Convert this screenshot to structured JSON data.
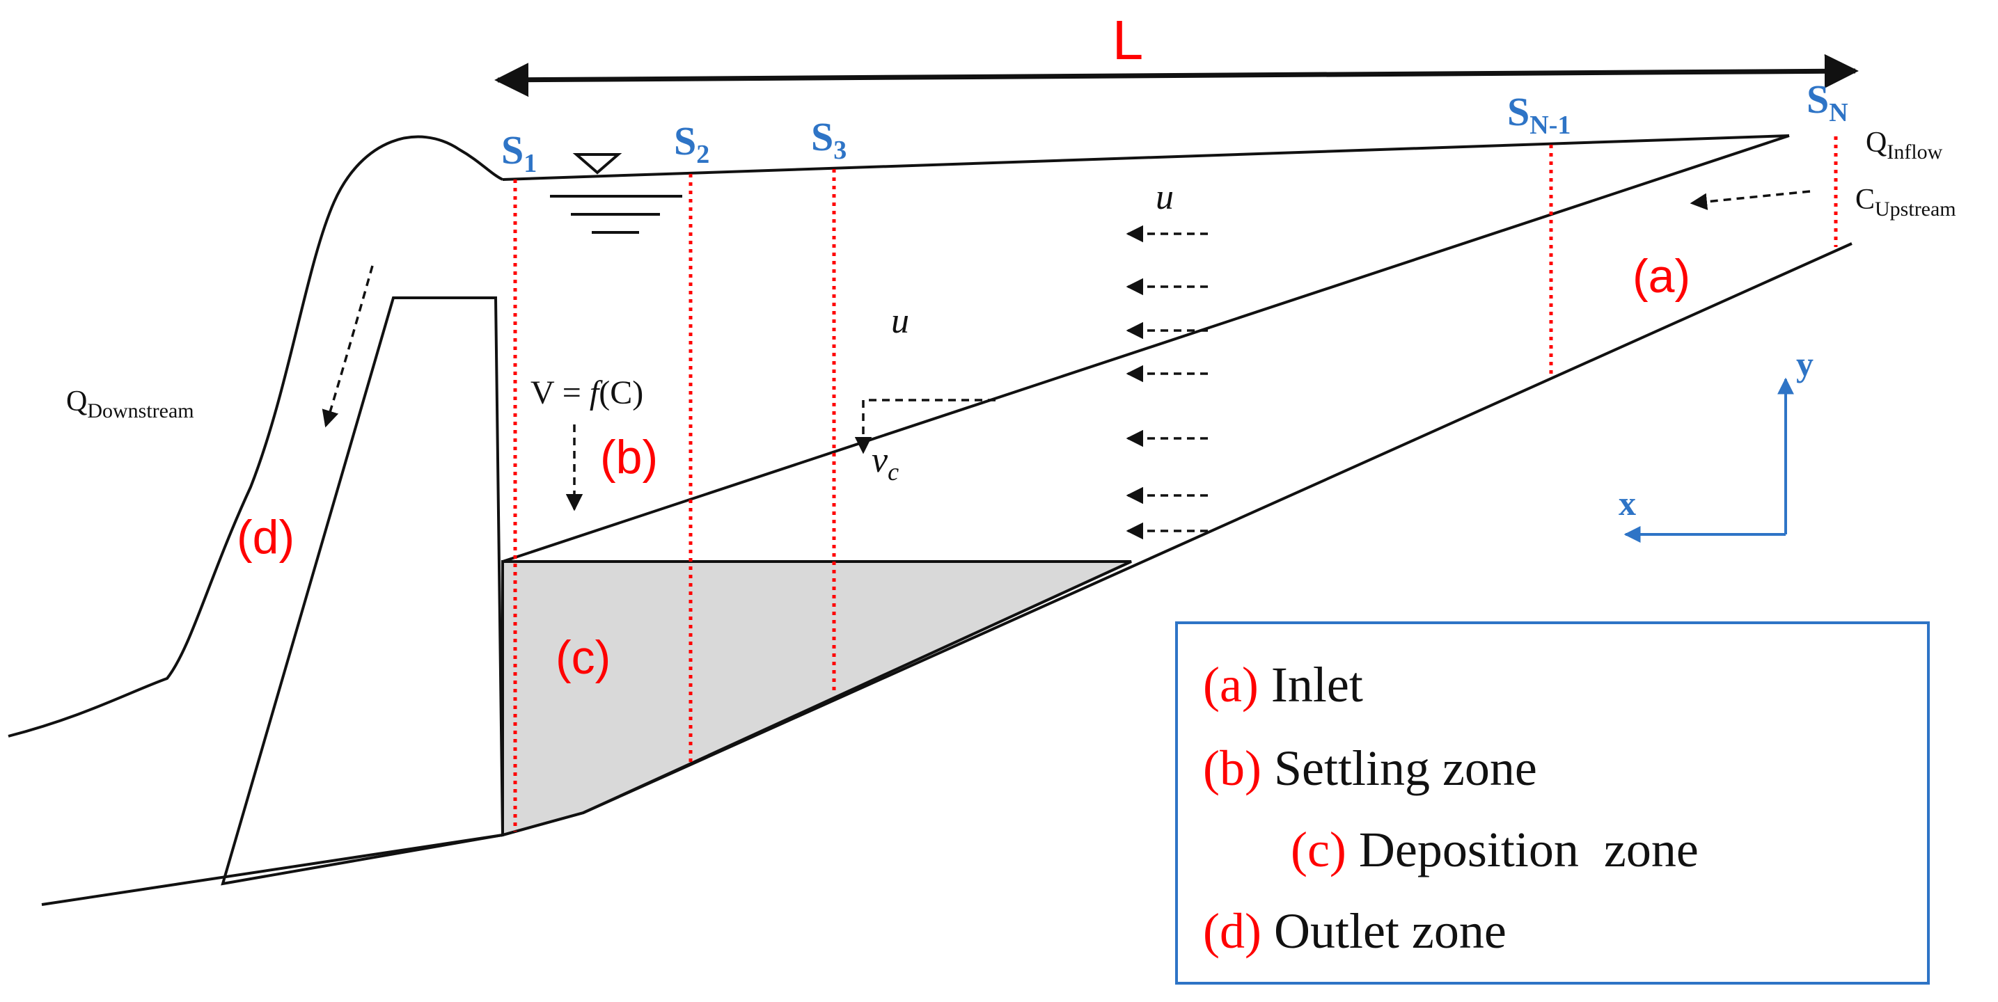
{
  "length_label": "L",
  "sections": {
    "s1": {
      "main": "S",
      "sub": "1"
    },
    "s2": {
      "main": "S",
      "sub": "2"
    },
    "s3": {
      "main": "S",
      "sub": "3"
    },
    "sn1": {
      "main": "S",
      "sub": "N-1"
    },
    "sn": {
      "main": "S",
      "sub": "N"
    }
  },
  "flows": {
    "inflow": {
      "main": "Q",
      "sub": "Inflow"
    },
    "upstream": {
      "main": "C",
      "sub": "Upstream"
    },
    "downstream": {
      "main": "Q",
      "sub": "Downstream"
    }
  },
  "velocity": {
    "u_top": "u",
    "u_mid": "u",
    "vc_main": "v",
    "vc_sub": "c",
    "settling_eq_prefix": "V = ",
    "settling_eq_f": "f",
    "settling_eq_suffix": "(C)"
  },
  "zones": {
    "a": "(a)",
    "b": "(b)",
    "c": "(c)",
    "d": "(d)"
  },
  "axes": {
    "x": "x",
    "y": "y"
  },
  "legend": [
    {
      "tag": "(a)",
      "text": " Inlet"
    },
    {
      "tag": "(b)",
      "text": " Settling zone"
    },
    {
      "tag": "(c)",
      "text": " Deposition  zone"
    },
    {
      "tag": "(d)",
      "text": " Outlet zone"
    }
  ],
  "colors": {
    "zone_labels": "#ff0000",
    "section_labels": "#2e74c6",
    "axes": "#2e74c6",
    "deposition_fill": "#d9d9d9",
    "legend_border": "#2e74c6"
  }
}
